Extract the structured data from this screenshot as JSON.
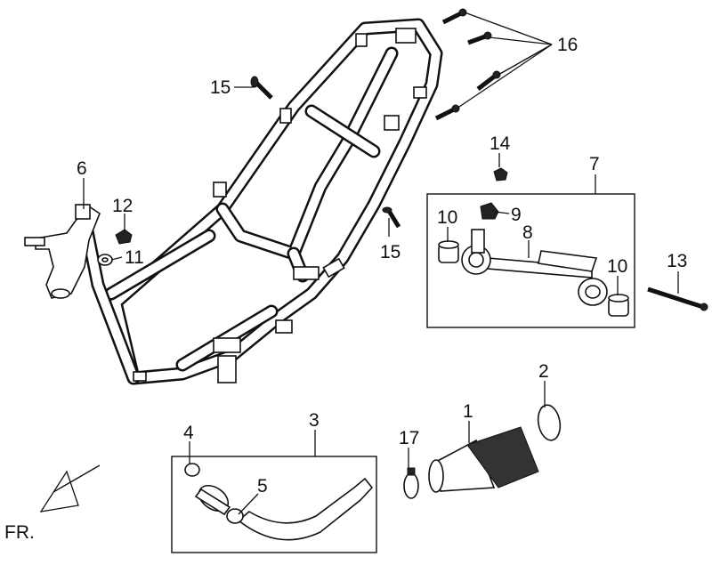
{
  "labels": {
    "p1": "1",
    "p2": "2",
    "p3": "3",
    "p4": "4",
    "p5": "5",
    "p6": "6",
    "p7": "7",
    "p8": "8",
    "p9": "9",
    "p10a": "10",
    "p10b": "10",
    "p11": "11",
    "p12": "12",
    "p13": "13",
    "p14": "14",
    "p15a": "15",
    "p15b": "15",
    "p16": "16",
    "p17": "17"
  },
  "direction_label": "FR."
}
